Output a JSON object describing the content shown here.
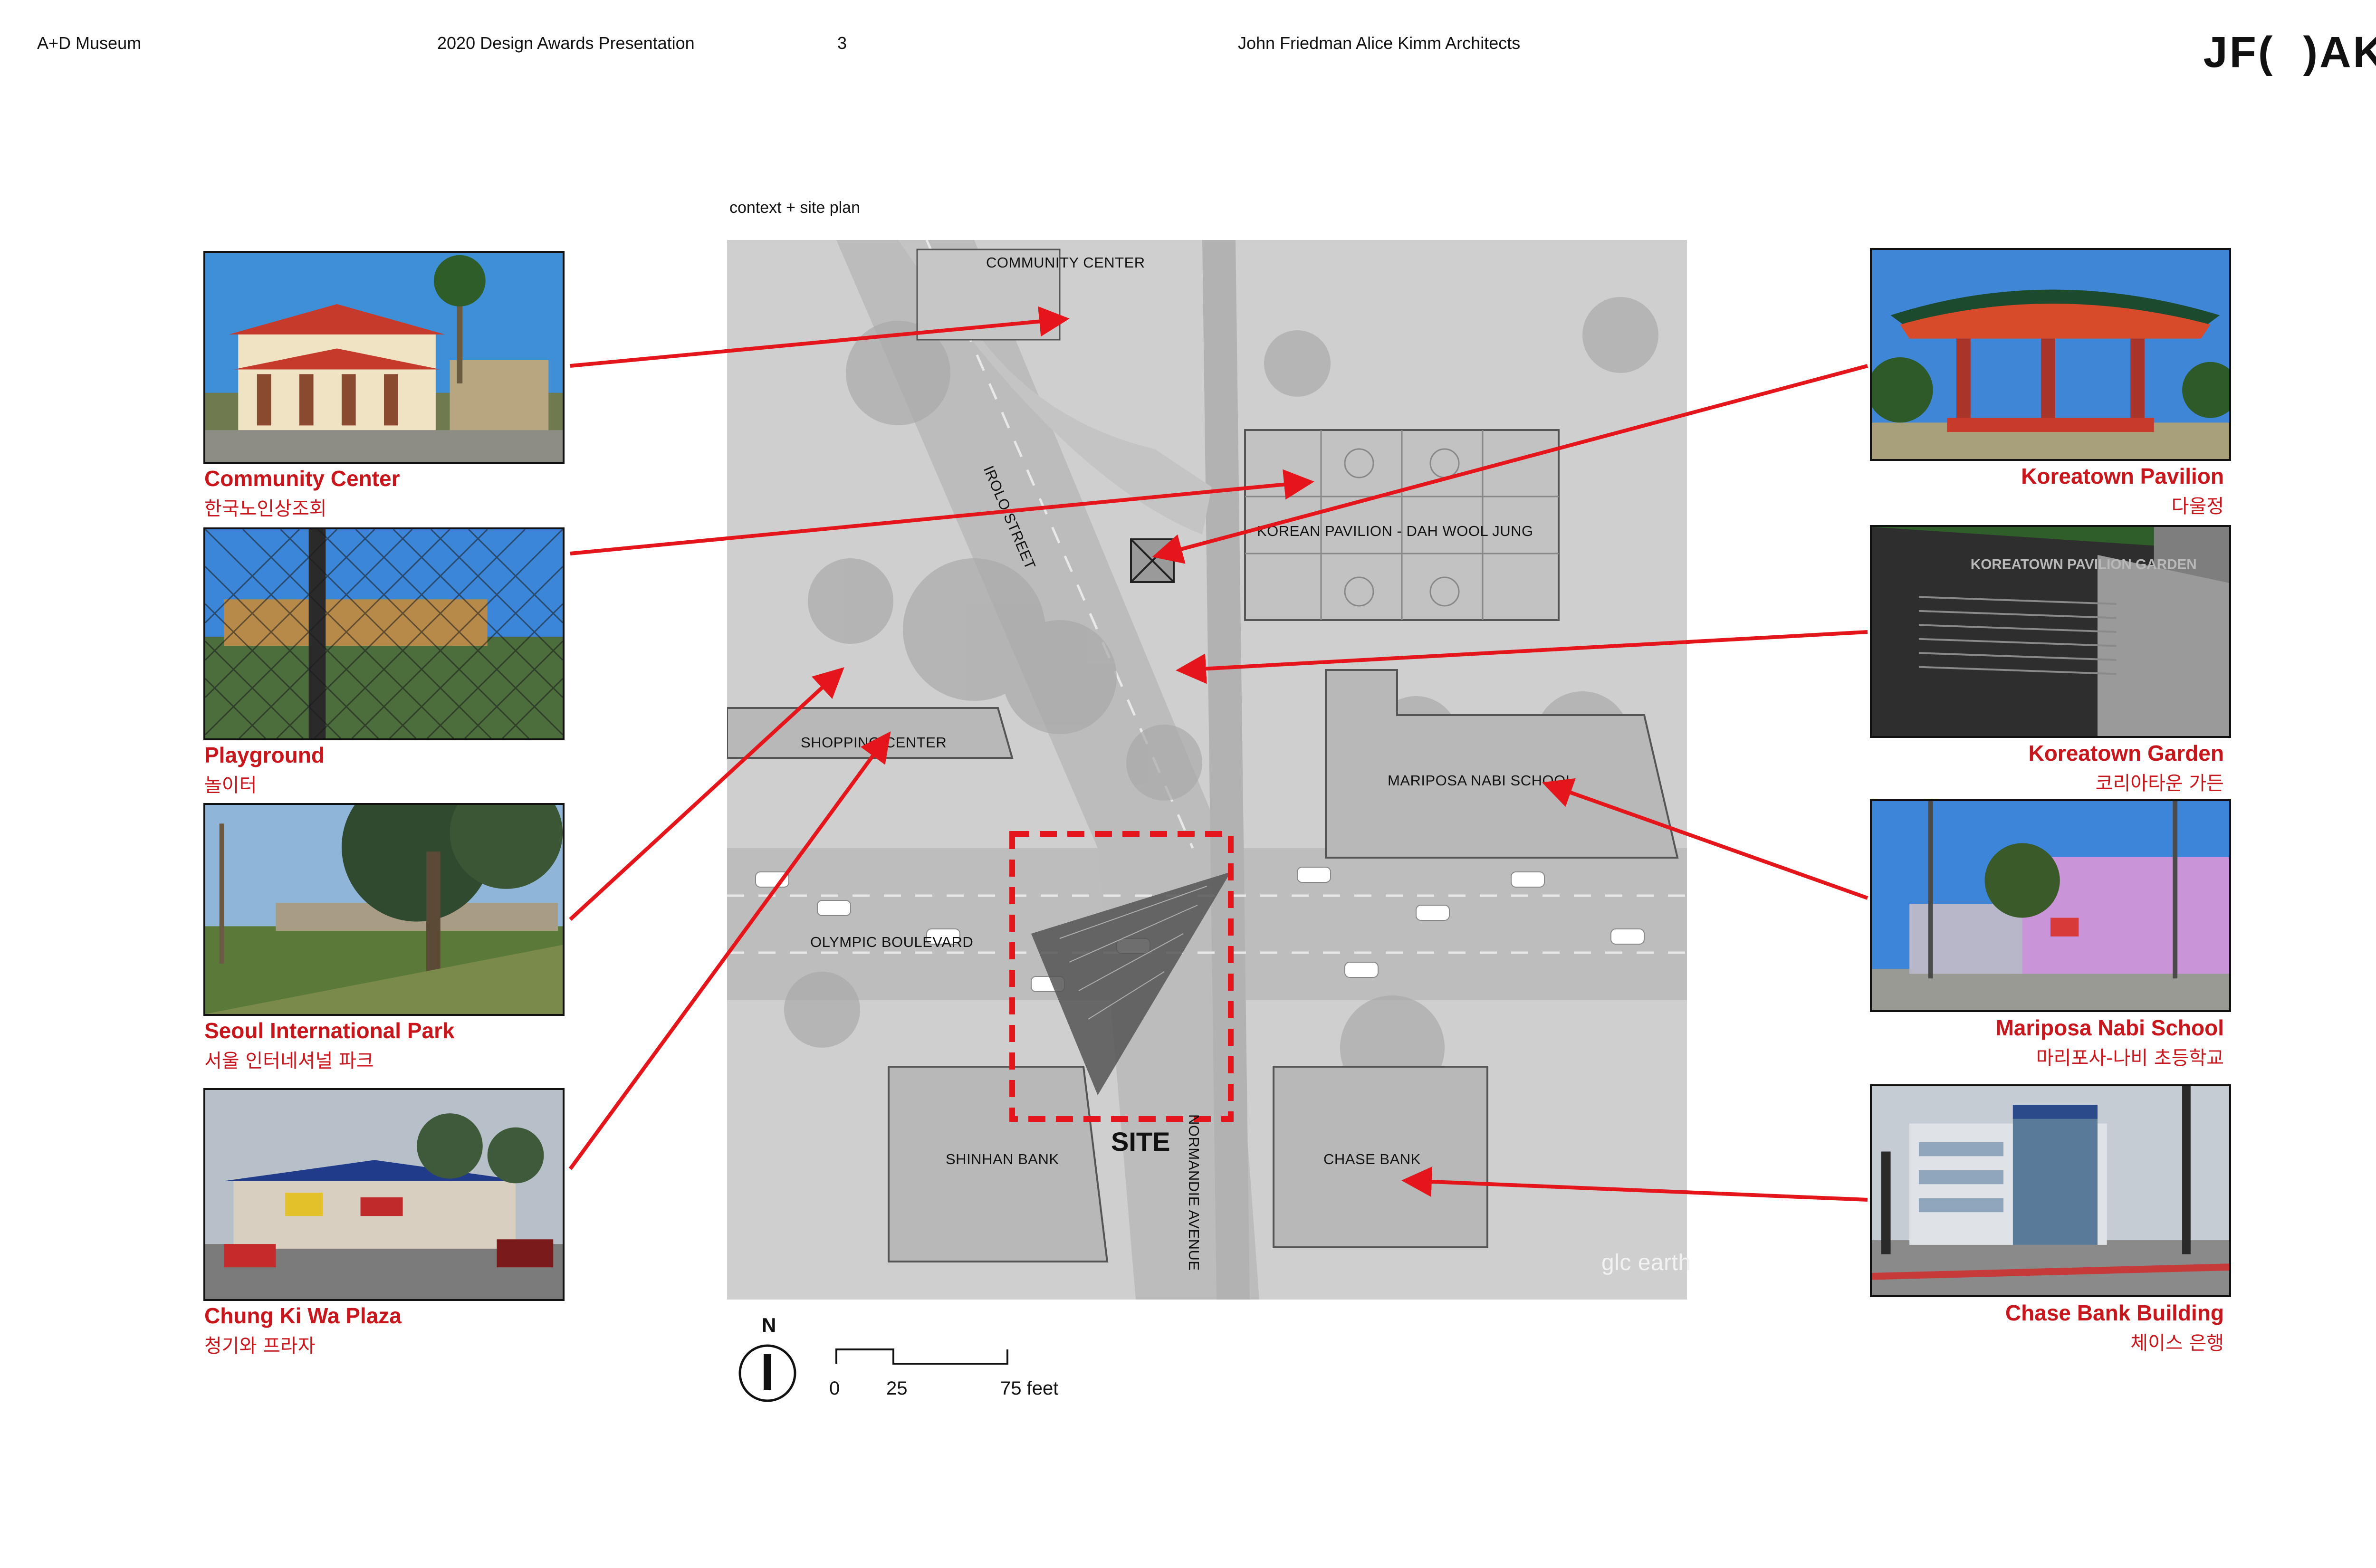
{
  "header": {
    "museum": "A+D Museum",
    "presentation": "2020 Design Awards Presentation",
    "page_number": "3",
    "firm": "John Friedman Alice Kimm Architects",
    "logo_left": "JF(",
    "logo_right": ")AK"
  },
  "section_title": "context + site plan",
  "photos_left": [
    {
      "en": "Community Center",
      "ko": "한국노인상조회"
    },
    {
      "en": "Playground",
      "ko": "놀이터"
    },
    {
      "en": "Seoul International Park",
      "ko": "서울 인터네셔널 파크"
    },
    {
      "en": "Chung Ki Wa Plaza",
      "ko": "청기와 프라자"
    }
  ],
  "photos_right": [
    {
      "en": "Koreatown Pavilion",
      "ko": "다울정"
    },
    {
      "en": "Koreatown Garden",
      "ko": "코리아타운 가든"
    },
    {
      "en": "Mariposa Nabi School",
      "ko": "마리포사-나비 초등학교"
    },
    {
      "en": "Chase Bank Building",
      "ko": "체이스 은행"
    }
  ],
  "photo_signage": {
    "garden_plaque": "KOREATOWN PAVILION GARDEN"
  },
  "map": {
    "community_center": "COMMUNITY CENTER",
    "iriolo_street": "IROLO STREET",
    "korean_pavilion": "KOREAN PAVILION - DAH WOOL JUNG",
    "shopping_center": "SHOPPING CENTER",
    "mariposa": "MARIPOSA NABI SCHOOL",
    "olympic": "OLYMPIC BOULEVARD",
    "shinhan": "SHINHAN BANK",
    "site": "SITE",
    "normandie": "NORMANDIE AVENUE",
    "chase": "CHASE BANK",
    "watermark": "glc earth"
  },
  "north_label": "N",
  "scale": {
    "zero": "0",
    "mid": "25",
    "end": "75 feet"
  },
  "colors": {
    "accent_red": "#c8161d",
    "arrow_red": "#e5161b",
    "map_gray": "#cfcfcf"
  }
}
